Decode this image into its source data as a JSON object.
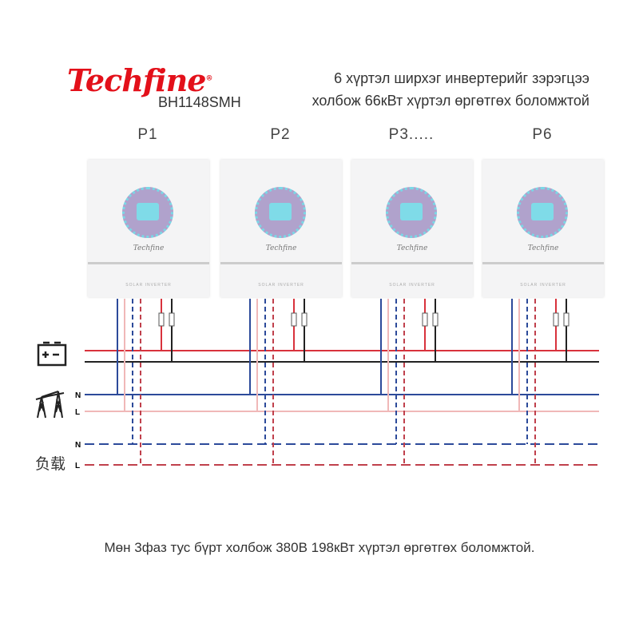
{
  "brand": {
    "logo": "Techfine",
    "model": "BH1148SMH"
  },
  "heading": {
    "line1": "6 хүртэл ширхэг инвертерийг зэрэгцээ",
    "line2": "холбож 66кВт хүртэл өргөтгөх боломжтой"
  },
  "inverters": [
    {
      "label": "P1",
      "brand": "Techfine",
      "sub": "SOLAR INVERTER"
    },
    {
      "label": "P2",
      "brand": "Techfine",
      "sub": "SOLAR INVERTER"
    },
    {
      "label": "P3.....",
      "brand": "Techfine",
      "sub": "SOLAR INVERTER"
    },
    {
      "label": "P6",
      "brand": "Techfine",
      "sub": "SOLAR INVERTER"
    }
  ],
  "wiring": {
    "grid_n": "N",
    "grid_l": "L",
    "load_n": "N",
    "load_l": "L",
    "load_label": "负载",
    "battery_icon": "battery-icon",
    "grid_icon": "power-tower-icon"
  },
  "colors": {
    "red": "#d8323c",
    "black": "#222222",
    "blue": "#2c4a9a",
    "pink": "#f0b8b8",
    "dashred": "#c0404c"
  },
  "footer": "Мөн 3фаз тус бүрт холбож 380В 198кВт хүртэл өргөтгөх боломжтой."
}
